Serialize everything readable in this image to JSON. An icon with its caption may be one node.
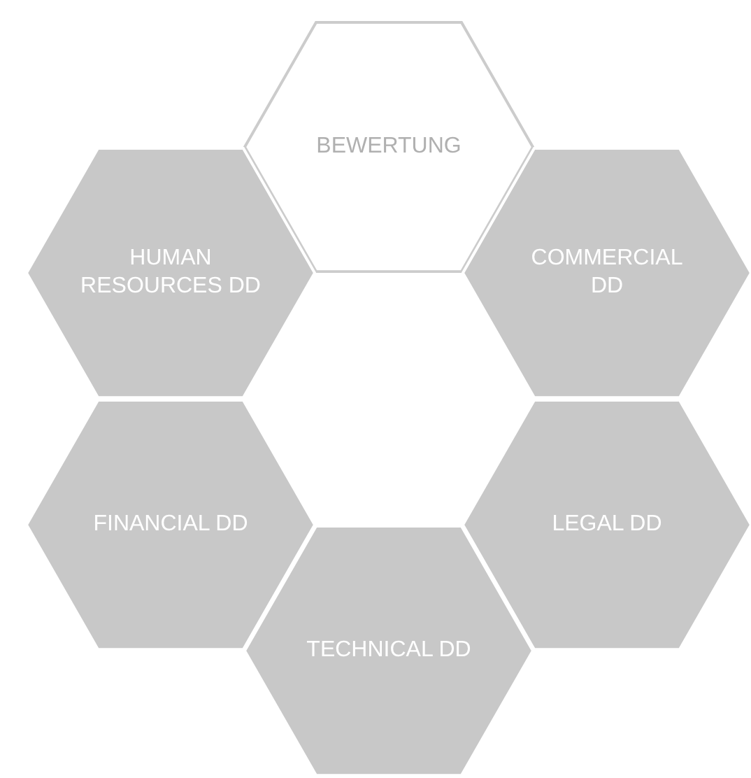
{
  "diagram": {
    "nodes": [
      {
        "text": [
          "BEWERTUNG"
        ]
      },
      {
        "text": [
          "HUMAN RESOURCES DD"
        ]
      },
      {
        "text": [
          "COMMERCIAL DD"
        ]
      },
      {
        "text": [
          "FINANCIAL DD"
        ]
      },
      {
        "text": [
          "LEGAL DD"
        ]
      },
      {
        "text": [
          "TECHNICAL DD"
        ]
      }
    ]
  }
}
